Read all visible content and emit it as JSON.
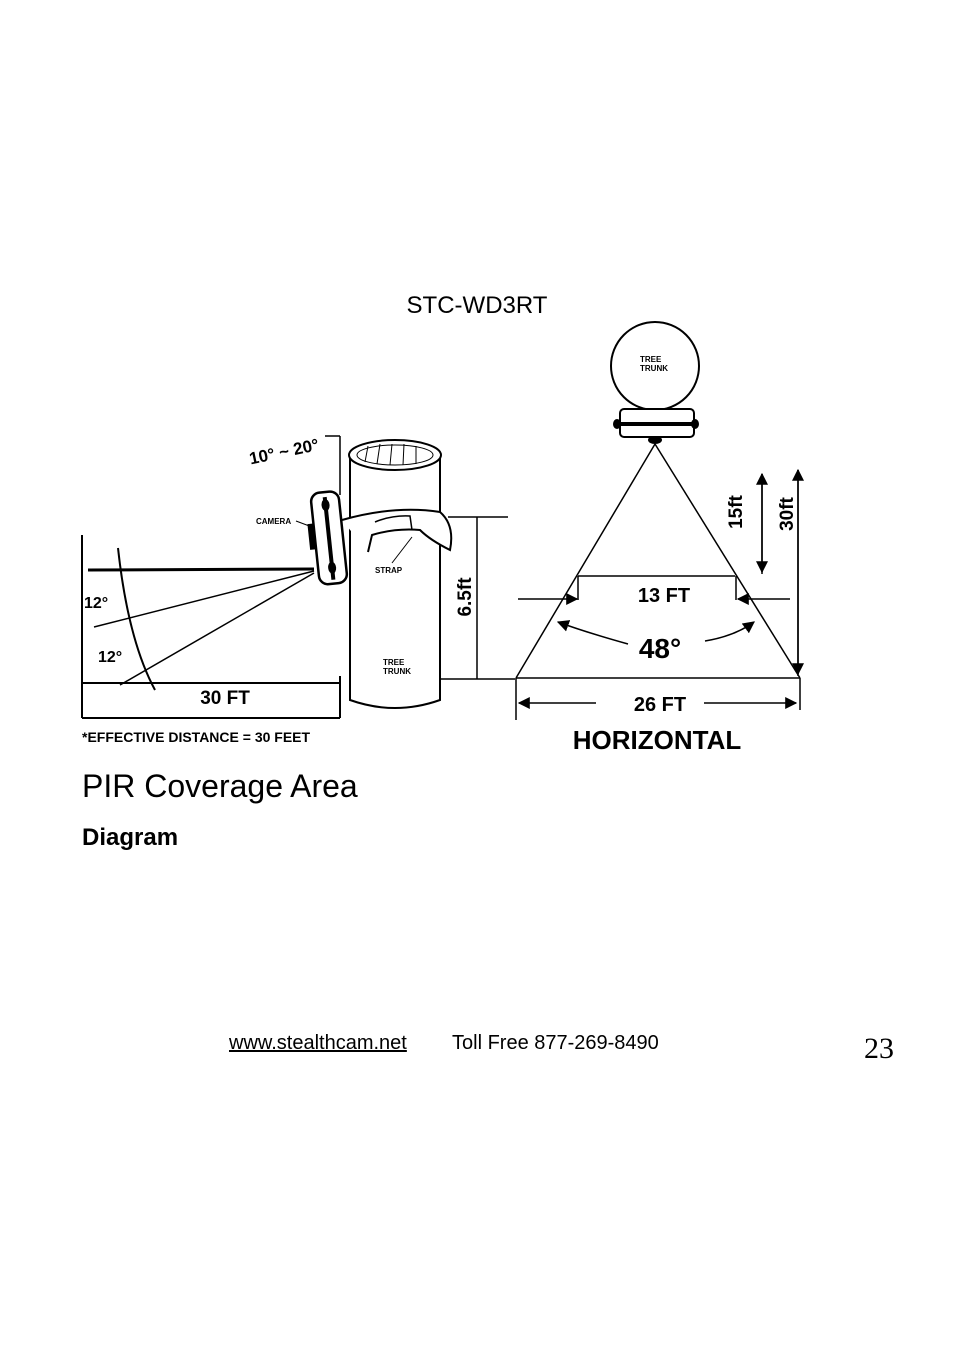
{
  "model": "STC-WD3RT",
  "diagram": {
    "side_view": {
      "tilt_range": "10° ~ 20°",
      "camera_label": "CAMERA",
      "strap_label": "STRAP",
      "tree_label_line1": "TREE",
      "tree_label_line2": "TRUNK",
      "angle_upper": "12°",
      "angle_lower": "12°",
      "height": "6.5ft",
      "distance": "30 FT",
      "note": "*EFFECTIVE DISTANCE = 30 FEET"
    },
    "top_view": {
      "tree_label_line1": "TREE",
      "tree_label_line2": "TRUNK",
      "near_depth": "15ft",
      "far_depth": "30ft",
      "near_width": "13 FT",
      "angle": "48°",
      "far_width": "26 FT",
      "label": "HORIZONTAL"
    }
  },
  "section_title": "PIR Coverage Area",
  "section_sub": "Diagram",
  "footer": {
    "url": "www.stealthcam.net",
    "phone": "Toll Free 877-269-8490"
  },
  "page_number": "23"
}
